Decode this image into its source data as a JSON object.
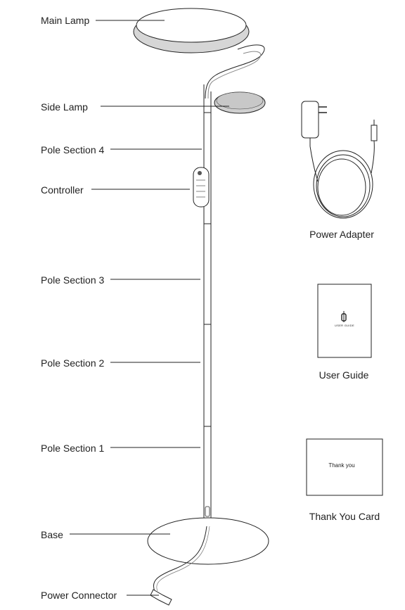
{
  "callouts": {
    "main_lamp": "Main Lamp",
    "side_lamp": "Side Lamp",
    "pole_section_4": "Pole Section 4",
    "controller": "Controller",
    "pole_section_3": "Pole Section 3",
    "pole_section_2": "Pole Section 2",
    "pole_section_1": "Pole Section 1",
    "base": "Base",
    "power_connector": "Power Connector"
  },
  "accessories": {
    "power_adapter": "Power Adapter",
    "user_guide": "User Guide",
    "user_guide_cover_text": "USER GUIDE",
    "thank_you_card": "Thank You Card",
    "thank_you_card_text": "Thank you"
  },
  "colors": {
    "line": "#222222",
    "lamp_ring": "#d6d6d6",
    "side_lamp_fill": "#cfcfcf"
  }
}
